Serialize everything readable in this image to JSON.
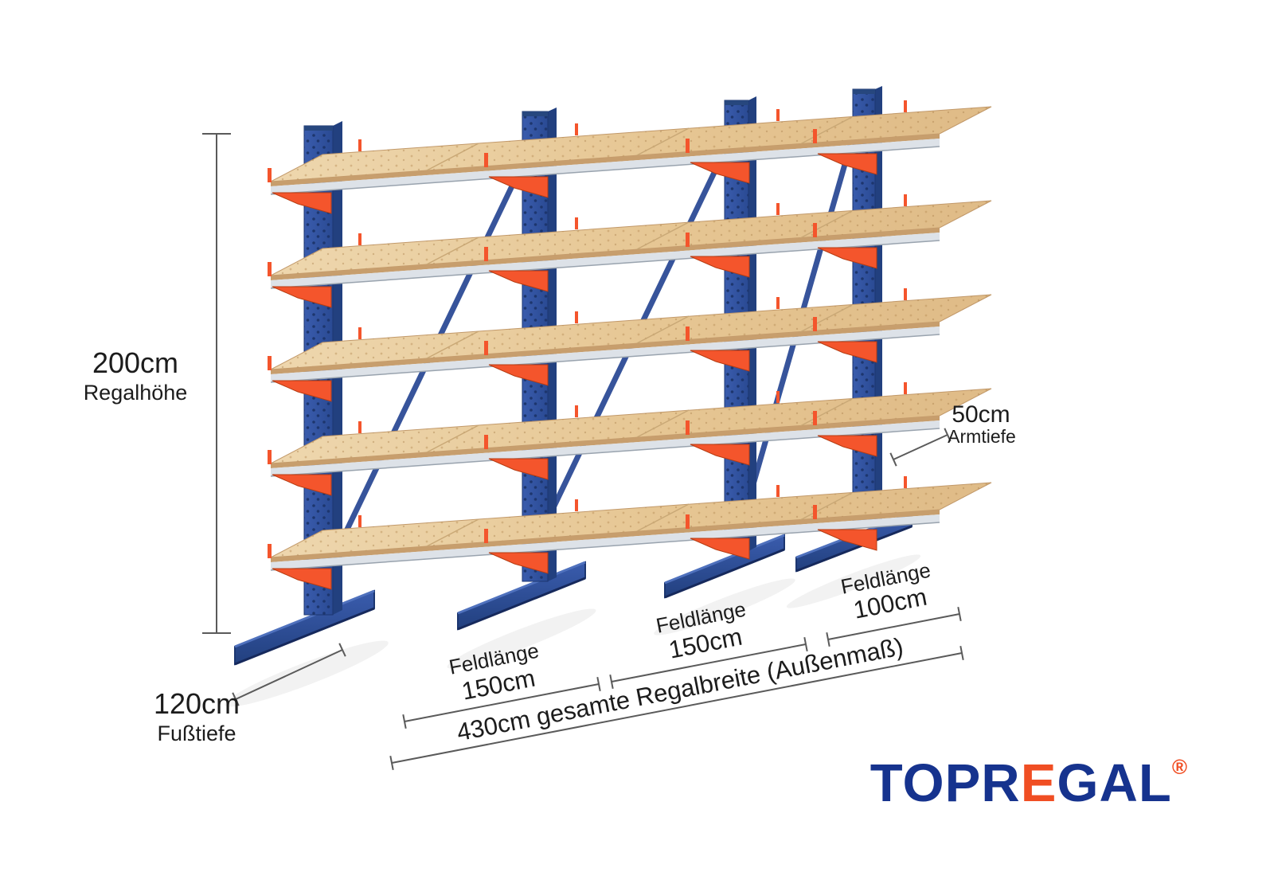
{
  "illustration": {
    "type": "cantilever-rack-double-sided",
    "levels": 5,
    "columns": 4,
    "colors": {
      "column_blue": "#30519e",
      "column_blue_dark": "#22407f",
      "arm_orange": "#f4552c",
      "wood_light": "#eed7ae",
      "wood_dark": "#dfbb87",
      "metal_edge": "#dde2e8",
      "logo_blue": "#16338e",
      "logo_orange": "#f04e23",
      "dimension_gray": "#5a5a5a"
    }
  },
  "dimensions": {
    "height": {
      "value": "200cm",
      "label": "Regalhöhe"
    },
    "foot_depth": {
      "value": "120cm",
      "label": "Fußtiefe"
    },
    "arm_depth": {
      "value": "50cm",
      "label": "Armtiefe"
    },
    "bays": [
      {
        "label": "Feldlänge",
        "value": "150cm"
      },
      {
        "label": "Feldlänge",
        "value": "150cm"
      },
      {
        "label": "Feldlänge",
        "value": "100cm"
      }
    ],
    "total_width": {
      "value": "430cm gesamte Regalbreite  (Außenmaß)"
    }
  },
  "logo": {
    "part1": "TOPR",
    "part2": "E",
    "part3": "GAL",
    "registered": "®"
  }
}
